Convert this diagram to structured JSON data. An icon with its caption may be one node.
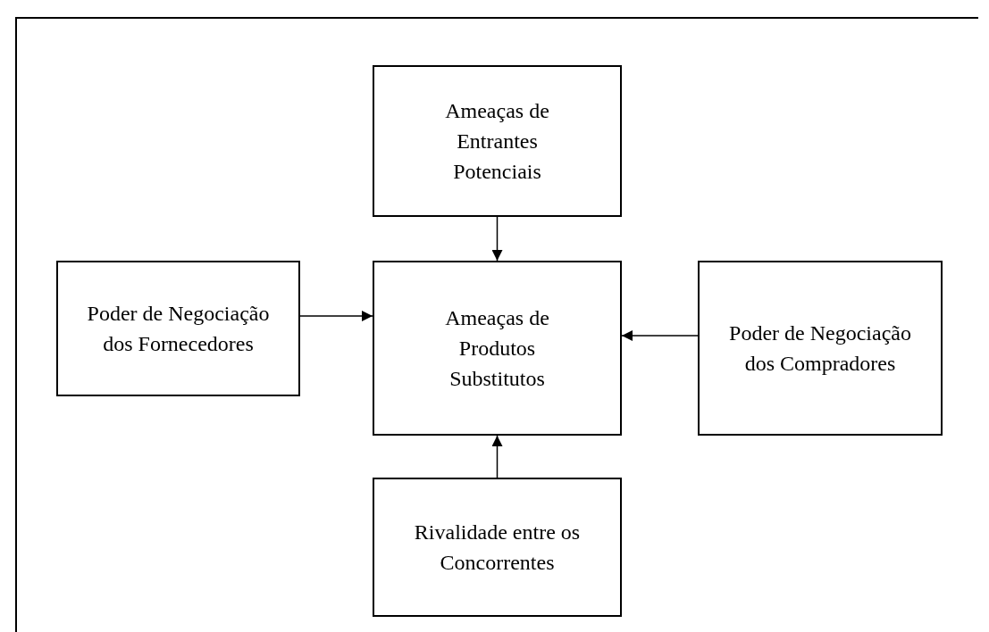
{
  "diagram": {
    "nodes": [
      {
        "text": [
          "Ameaças de Entrantes Potenciais"
        ]
      },
      {
        "text": [
          "Poder de Negociação dos Fornecedores"
        ]
      },
      {
        "text": [
          "Ameaças de Produtos Substitutos"
        ]
      },
      {
        "text": [
          "Poder de Negociação dos Compradores"
        ]
      },
      {
        "text": [
          "Rivalidade entre os Concorrentes"
        ]
      }
    ],
    "edges": [
      {
        "from": 0,
        "to": 2,
        "arrow": "to"
      },
      {
        "from": 1,
        "to": 2,
        "arrow": "to"
      },
      {
        "from": 3,
        "to": 2,
        "arrow": "to"
      },
      {
        "from": 4,
        "to": 2,
        "arrow": "to"
      }
    ]
  }
}
